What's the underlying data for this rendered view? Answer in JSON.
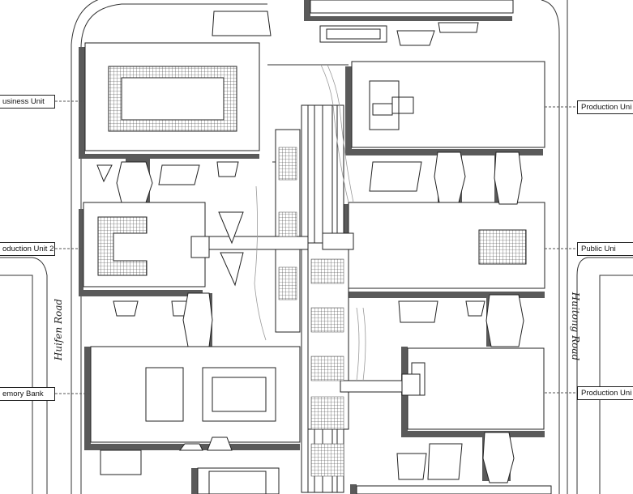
{
  "labels": {
    "business_unit": "usiness Unit",
    "production_unit_top_right": "Production Uni",
    "production_unit_2": "oduction Unit 2",
    "public_unit": "Public Uni",
    "memory_bank": "emory Bank",
    "production_unit_bottom_right": "Production Uni"
  },
  "roads": {
    "left": "Huifen Road",
    "right": "Huitong Road"
  },
  "colors": {
    "shadow": "#5a5a5a",
    "line": "#222222",
    "building": "#ffffff",
    "ground": "#ffffff"
  }
}
